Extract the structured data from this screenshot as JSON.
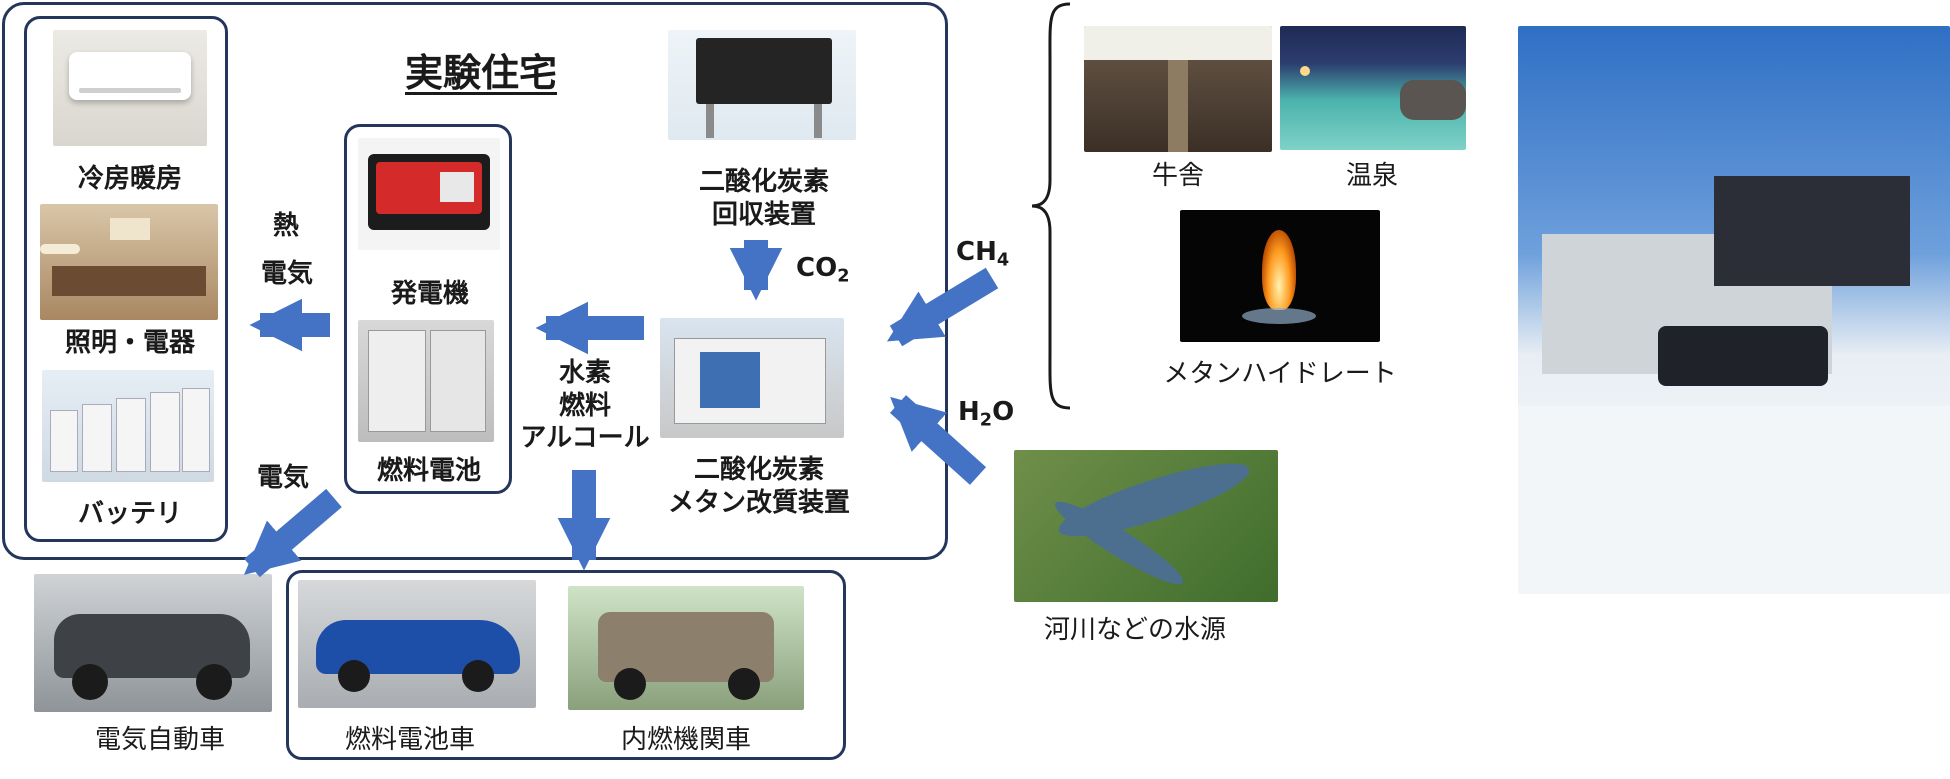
{
  "house": {
    "title": "実験住宅"
  },
  "appliances": {
    "cooling_heating": "冷房暖房",
    "lighting": "照明・電器",
    "battery": "バッテリ"
  },
  "heat_label": "熱",
  "electricity_label": "電気",
  "electricity_label_2": "電気",
  "power": {
    "generator": "発電機",
    "fuel_cell": "燃料電池"
  },
  "capture": {
    "line1": "二酸化炭素",
    "line2": "回収装置"
  },
  "reformer": {
    "line1": "二酸化炭素",
    "line2": "メタン改質装置"
  },
  "fuels": {
    "line1": "水素",
    "line2": "燃料",
    "line3": "アルコール"
  },
  "co2": {
    "main": "CO",
    "sub": "2"
  },
  "ch4": {
    "main": "CH",
    "sub": "4"
  },
  "h2o": {
    "main": "H",
    "sub": "2",
    "tail": "O"
  },
  "methane_sources": {
    "barn": "牛舎",
    "hot_spring": "温泉",
    "hydrate": "メタンハイドレート"
  },
  "water_source": "河川などの水源",
  "vehicles": {
    "ev": "電気自動車",
    "fcv": "燃料電池車",
    "ice": "内燃機関車"
  },
  "colors": {
    "frame": "#25365c",
    "arrow": "#4472c4"
  }
}
